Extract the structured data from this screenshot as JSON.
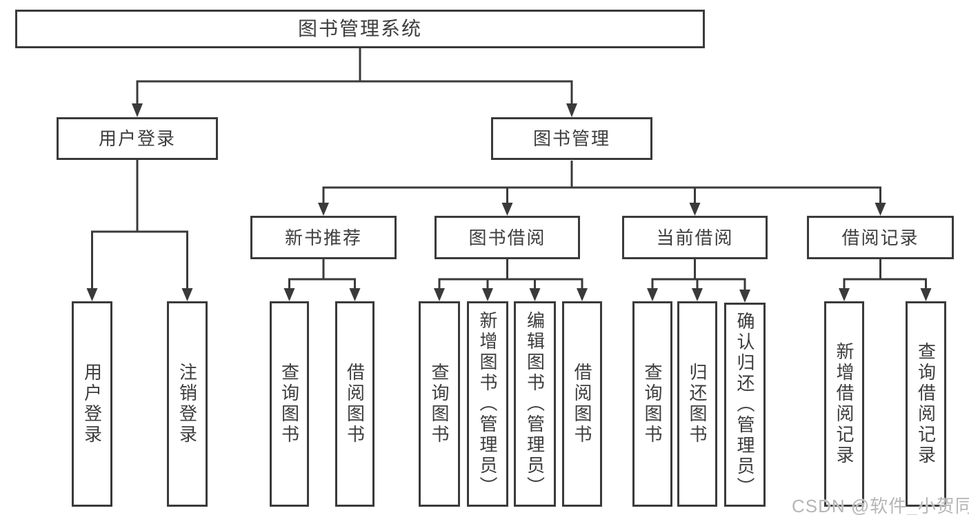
{
  "diagram": {
    "root": {
      "label": "图书管理系统"
    },
    "level1": {
      "user_login": {
        "label": "用户登录"
      },
      "book_management": {
        "label": "图书管理"
      }
    },
    "level2": {
      "new_book_recommend": {
        "label": "新书推荐"
      },
      "book_borrow": {
        "label": "图书借阅"
      },
      "current_borrow": {
        "label": "当前借阅"
      },
      "borrow_record": {
        "label": "借阅记录"
      }
    },
    "leaves": {
      "login": [
        "用户登录",
        "注销登录"
      ],
      "recommend": [
        "查询图书",
        "借阅图书"
      ],
      "borrow": [
        "查询图书",
        "新增图书（管理员）",
        "编辑图书（管理员）",
        "借阅图书"
      ],
      "current": [
        "查询图书",
        "归还图书",
        "确认归还（管理员）"
      ],
      "record": [
        "新增借阅记录",
        "查询借阅记录"
      ]
    }
  },
  "watermark": {
    "text": "CSDN @软件_小贺同学"
  },
  "colors": {
    "line": "#3a3a3a",
    "node_border": "#3a3a3a",
    "node_text": "#3d3d3d",
    "watermark": "#b2b2b2",
    "background": "#ffffff"
  }
}
